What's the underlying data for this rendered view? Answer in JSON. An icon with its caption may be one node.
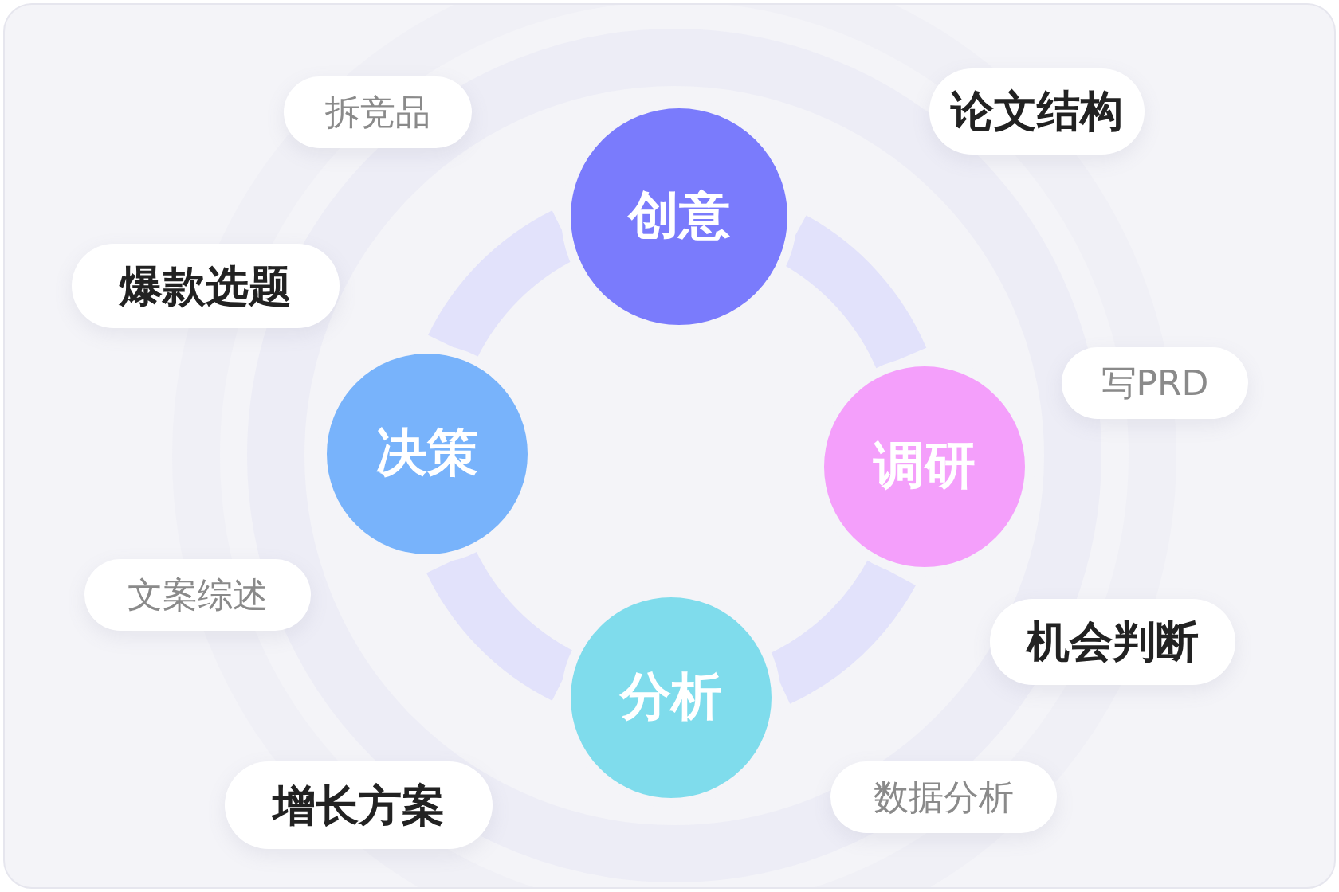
{
  "diagram": {
    "nodes": [
      {
        "text": [
          "创意"
        ]
      },
      {
        "text": [
          "调研"
        ]
      },
      {
        "text": [
          "分析"
        ]
      },
      {
        "text": [
          "决策"
        ]
      },
      {
        "text": [
          "论文结构"
        ]
      },
      {
        "text": [
          "拆竞品"
        ]
      },
      {
        "text": [
          "爆款选题"
        ]
      },
      {
        "text": [
          "写PRD"
        ]
      },
      {
        "text": [
          "文案综述"
        ]
      },
      {
        "text": [
          "机会判断"
        ]
      },
      {
        "text": [
          "增长方案"
        ]
      },
      {
        "text": [
          "数据分析"
        ]
      }
    ],
    "edges": [
      {
        "from": 0,
        "to": 1,
        "arrow": "none"
      },
      {
        "from": 1,
        "to": 2,
        "arrow": "none"
      },
      {
        "from": 2,
        "to": 3,
        "arrow": "none"
      },
      {
        "from": 3,
        "to": 0,
        "arrow": "none"
      }
    ]
  }
}
